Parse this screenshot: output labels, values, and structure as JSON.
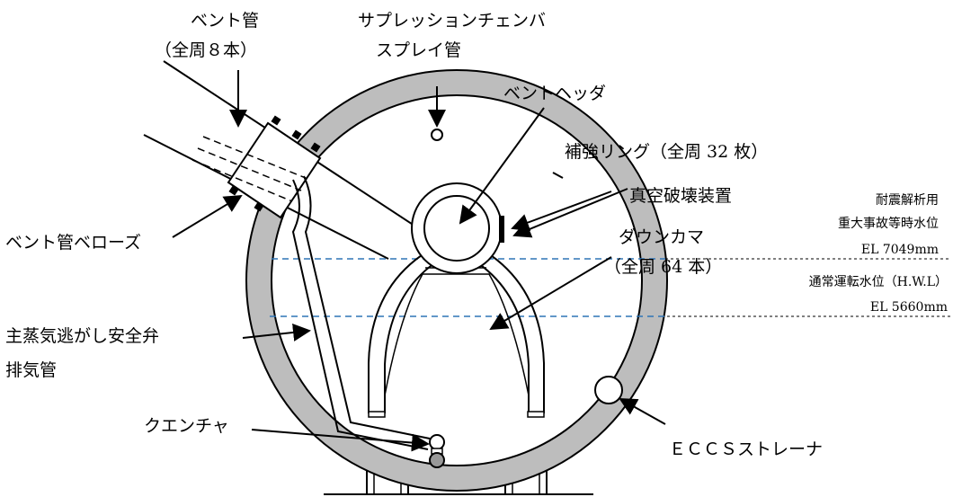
{
  "labels": {
    "vent_pipe": "ベント管",
    "vent_pipe_count": "（全周８本）",
    "spray_line1": "サプレッションチェンバ",
    "spray_line2": "スプレイ管",
    "vent_header": "ベントヘッダ",
    "reinforcing_ring": "補強リング（全周 32 枚）",
    "vacuum_breaker": "真空破壊装置",
    "downcomer": "ダウンカマ",
    "downcomer_count": "（全周 64 本）",
    "bellows": "ベント管ベローズ",
    "srv_line1": "主蒸気逃がし安全弁",
    "srv_line2": "排気管",
    "quencher": "クエンチャ",
    "eccs_strainer": "ＥＣＣＳストレーナ"
  },
  "levels": {
    "seismic_title1": "耐震解析用",
    "seismic_title2": "重大事故等時水位",
    "seismic_value": "EL 7049mm",
    "normal_title": "通常運転水位（H.W.L）",
    "normal_value": "EL 5660mm"
  },
  "colors": {
    "ring": "#bdbdbd",
    "water_line": "#2e75b6",
    "quencher_ball": "#999999"
  }
}
